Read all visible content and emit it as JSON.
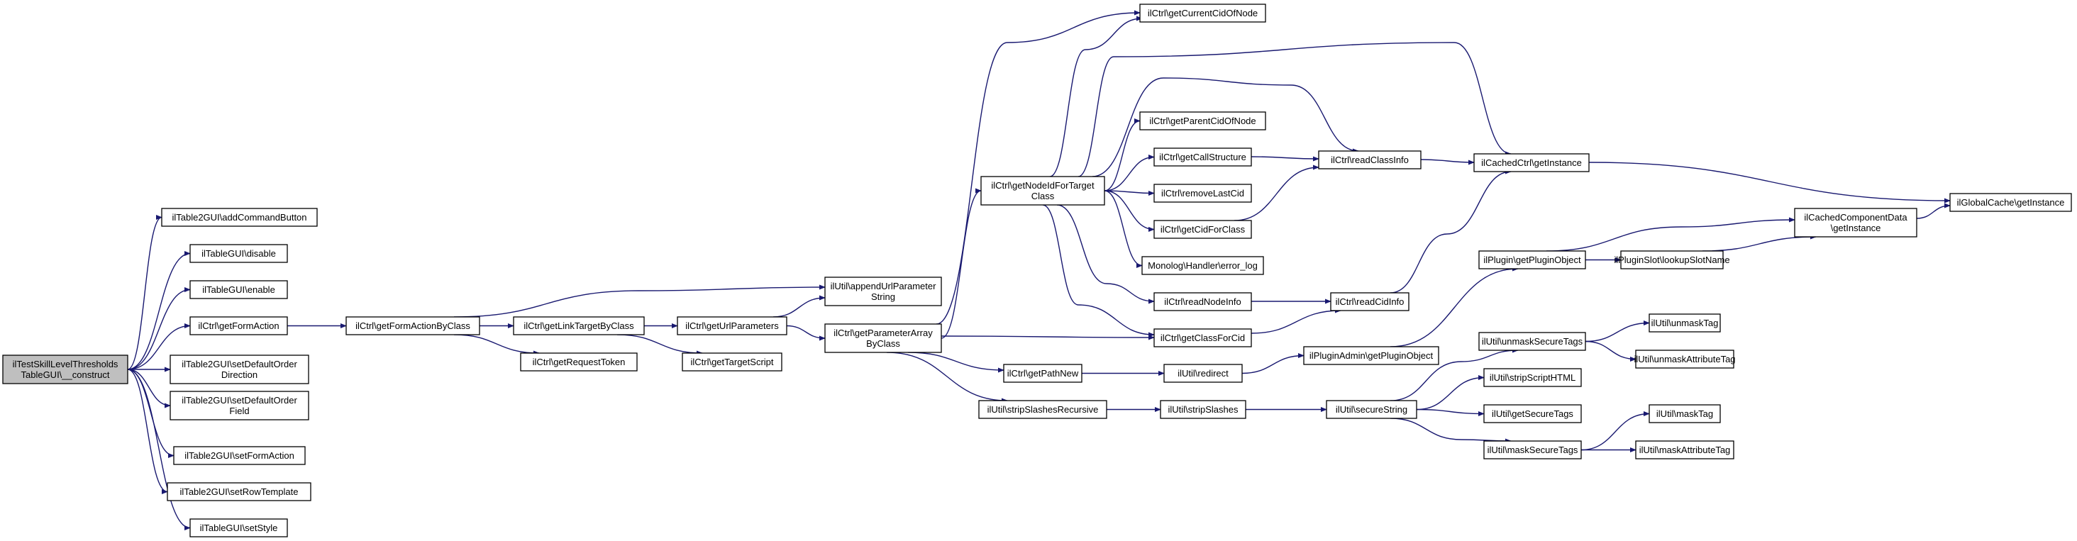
{
  "diagram": {
    "type": "call-graph",
    "colors": {
      "edge": "#191970",
      "root_fill": "#bfbfbf",
      "node_fill": "#ffffff",
      "node_border": "#000000"
    },
    "nodes": [
      {
        "id": "construct",
        "lines": [
          "ilTestSkillLevelThresholds",
          "TableGUI\\__construct"
        ],
        "root": true
      },
      {
        "id": "addCommandButton",
        "lines": [
          "ilTable2GUI\\addCommandButton"
        ]
      },
      {
        "id": "disable",
        "lines": [
          "ilTableGUI\\disable"
        ]
      },
      {
        "id": "enable",
        "lines": [
          "ilTableGUI\\enable"
        ]
      },
      {
        "id": "getFormAction",
        "lines": [
          "ilCtrl\\getFormAction"
        ]
      },
      {
        "id": "setDefaultOrderDirection",
        "lines": [
          "ilTable2GUI\\setDefaultOrder",
          "Direction"
        ]
      },
      {
        "id": "setDefaultOrderField",
        "lines": [
          "ilTable2GUI\\setDefaultOrder",
          "Field"
        ]
      },
      {
        "id": "setFormAction",
        "lines": [
          "ilTable2GUI\\setFormAction"
        ]
      },
      {
        "id": "setRowTemplate",
        "lines": [
          "ilTable2GUI\\setRowTemplate"
        ]
      },
      {
        "id": "setStyle",
        "lines": [
          "ilTableGUI\\setStyle"
        ]
      },
      {
        "id": "getFormActionByClass",
        "lines": [
          "ilCtrl\\getFormActionByClass"
        ]
      },
      {
        "id": "getLinkTargetByClass",
        "lines": [
          "ilCtrl\\getLinkTargetByClass"
        ]
      },
      {
        "id": "getRequestToken",
        "lines": [
          "ilCtrl\\getRequestToken"
        ]
      },
      {
        "id": "getUrlParameters",
        "lines": [
          "ilCtrl\\getUrlParameters"
        ]
      },
      {
        "id": "getTargetScript",
        "lines": [
          "ilCtrl\\getTargetScript"
        ]
      },
      {
        "id": "appendUrlParameterString",
        "lines": [
          "ilUtil\\appendUrlParameter",
          "String"
        ]
      },
      {
        "id": "getParameterArrayByClass",
        "lines": [
          "ilCtrl\\getParameterArray",
          "ByClass"
        ]
      },
      {
        "id": "getNodeIdForTargetClass",
        "lines": [
          "ilCtrl\\getNodeIdForTarget",
          "Class"
        ]
      },
      {
        "id": "getPathNew",
        "lines": [
          "ilCtrl\\getPathNew"
        ]
      },
      {
        "id": "stripSlashesRecursive",
        "lines": [
          "ilUtil\\stripSlashesRecursive"
        ]
      },
      {
        "id": "getCurrentCidOfNode",
        "lines": [
          "ilCtrl\\getCurrentCidOfNode"
        ]
      },
      {
        "id": "getParentCidOfNode",
        "lines": [
          "ilCtrl\\getParentCidOfNode"
        ]
      },
      {
        "id": "getCallStructure",
        "lines": [
          "ilCtrl\\getCallStructure"
        ]
      },
      {
        "id": "removeLastCid",
        "lines": [
          "ilCtrl\\removeLastCid"
        ]
      },
      {
        "id": "getCidForClass",
        "lines": [
          "ilCtrl\\getCidForClass"
        ]
      },
      {
        "id": "errorLog",
        "lines": [
          "Monolog\\Handler\\error_log"
        ]
      },
      {
        "id": "readNodeInfo",
        "lines": [
          "ilCtrl\\readNodeInfo"
        ]
      },
      {
        "id": "getClassForCid",
        "lines": [
          "ilCtrl\\getClassForCid"
        ]
      },
      {
        "id": "readClassInfo",
        "lines": [
          "ilCtrl\\readClassInfo"
        ]
      },
      {
        "id": "readCidInfo",
        "lines": [
          "ilCtrl\\readCidInfo"
        ]
      },
      {
        "id": "redirect",
        "lines": [
          "ilUtil\\redirect"
        ]
      },
      {
        "id": "stripSlashes",
        "lines": [
          "ilUtil\\stripSlashes"
        ]
      },
      {
        "id": "getPluginObjectAdmin",
        "lines": [
          "ilPluginAdmin\\getPluginObject"
        ]
      },
      {
        "id": "secureString",
        "lines": [
          "ilUtil\\secureString"
        ]
      },
      {
        "id": "cachedCtrlGetInstance",
        "lines": [
          "ilCachedCtrl\\getInstance"
        ]
      },
      {
        "id": "pluginGetPluginObject",
        "lines": [
          "ilPlugin\\getPluginObject"
        ]
      },
      {
        "id": "unmaskSecureTags",
        "lines": [
          "ilUtil\\unmaskSecureTags"
        ]
      },
      {
        "id": "stripScriptHTML",
        "lines": [
          "ilUtil\\stripScriptHTML"
        ]
      },
      {
        "id": "getSecureTags",
        "lines": [
          "ilUtil\\getSecureTags"
        ]
      },
      {
        "id": "maskSecureTags",
        "lines": [
          "ilUtil\\maskSecureTags"
        ]
      },
      {
        "id": "lookupSlotName",
        "lines": [
          "ilPluginSlot\\lookupSlotName"
        ]
      },
      {
        "id": "unmaskTag",
        "lines": [
          "ilUtil\\unmaskTag"
        ]
      },
      {
        "id": "unmaskAttributeTag",
        "lines": [
          "ilUtil\\unmaskAttributeTag"
        ]
      },
      {
        "id": "maskTag",
        "lines": [
          "ilUtil\\maskTag"
        ]
      },
      {
        "id": "maskAttributeTag",
        "lines": [
          "ilUtil\\maskAttributeTag"
        ]
      },
      {
        "id": "cachedComponentDataGetInstance",
        "lines": [
          "ilCachedComponentData",
          "\\getInstance"
        ]
      },
      {
        "id": "globalCacheGetInstance",
        "lines": [
          "ilGlobalCache\\getInstance"
        ]
      }
    ],
    "edges": [
      [
        "construct",
        "addCommandButton"
      ],
      [
        "construct",
        "disable"
      ],
      [
        "construct",
        "enable"
      ],
      [
        "construct",
        "getFormAction"
      ],
      [
        "construct",
        "setDefaultOrderDirection"
      ],
      [
        "construct",
        "setDefaultOrderField"
      ],
      [
        "construct",
        "setFormAction"
      ],
      [
        "construct",
        "setRowTemplate"
      ],
      [
        "construct",
        "setStyle"
      ],
      [
        "getFormAction",
        "getFormActionByClass"
      ],
      [
        "getFormActionByClass",
        "appendUrlParameterString"
      ],
      [
        "getFormActionByClass",
        "getLinkTargetByClass"
      ],
      [
        "getFormActionByClass",
        "getRequestToken"
      ],
      [
        "getLinkTargetByClass",
        "getUrlParameters"
      ],
      [
        "getLinkTargetByClass",
        "getTargetScript"
      ],
      [
        "getUrlParameters",
        "appendUrlParameterString"
      ],
      [
        "getUrlParameters",
        "getParameterArrayByClass"
      ],
      [
        "getParameterArrayByClass",
        "getCurrentCidOfNode"
      ],
      [
        "getParameterArrayByClass",
        "getNodeIdForTargetClass"
      ],
      [
        "getParameterArrayByClass",
        "getClassForCid"
      ],
      [
        "getParameterArrayByClass",
        "getPathNew"
      ],
      [
        "getParameterArrayByClass",
        "stripSlashesRecursive"
      ],
      [
        "getNodeIdForTargetClass",
        "getCurrentCidOfNode"
      ],
      [
        "getNodeIdForTargetClass",
        "cachedCtrlGetInstance"
      ],
      [
        "getNodeIdForTargetClass",
        "readClassInfo"
      ],
      [
        "getNodeIdForTargetClass",
        "getParentCidOfNode"
      ],
      [
        "getNodeIdForTargetClass",
        "getCallStructure"
      ],
      [
        "getNodeIdForTargetClass",
        "removeLastCid"
      ],
      [
        "getNodeIdForTargetClass",
        "getCidForClass"
      ],
      [
        "getNodeIdForTargetClass",
        "errorLog"
      ],
      [
        "getNodeIdForTargetClass",
        "readNodeInfo"
      ],
      [
        "getNodeIdForTargetClass",
        "getClassForCid"
      ],
      [
        "getCallStructure",
        "readClassInfo"
      ],
      [
        "getCidForClass",
        "readClassInfo"
      ],
      [
        "readNodeInfo",
        "readCidInfo"
      ],
      [
        "getClassForCid",
        "readCidInfo"
      ],
      [
        "readClassInfo",
        "cachedCtrlGetInstance"
      ],
      [
        "readCidInfo",
        "cachedCtrlGetInstance"
      ],
      [
        "cachedCtrlGetInstance",
        "globalCacheGetInstance"
      ],
      [
        "getPathNew",
        "redirect"
      ],
      [
        "redirect",
        "getPluginObjectAdmin"
      ],
      [
        "getPluginObjectAdmin",
        "pluginGetPluginObject"
      ],
      [
        "pluginGetPluginObject",
        "cachedComponentDataGetInstance"
      ],
      [
        "pluginGetPluginObject",
        "lookupSlotName"
      ],
      [
        "lookupSlotName",
        "cachedComponentDataGetInstance"
      ],
      [
        "cachedComponentDataGetInstance",
        "globalCacheGetInstance"
      ],
      [
        "stripSlashesRecursive",
        "stripSlashes"
      ],
      [
        "stripSlashes",
        "secureString"
      ],
      [
        "secureString",
        "unmaskSecureTags"
      ],
      [
        "secureString",
        "stripScriptHTML"
      ],
      [
        "secureString",
        "getSecureTags"
      ],
      [
        "secureString",
        "maskSecureTags"
      ],
      [
        "unmaskSecureTags",
        "unmaskTag"
      ],
      [
        "unmaskSecureTags",
        "unmaskAttributeTag"
      ],
      [
        "maskSecureTags",
        "maskTag"
      ],
      [
        "maskSecureTags",
        "maskAttributeTag"
      ]
    ]
  }
}
